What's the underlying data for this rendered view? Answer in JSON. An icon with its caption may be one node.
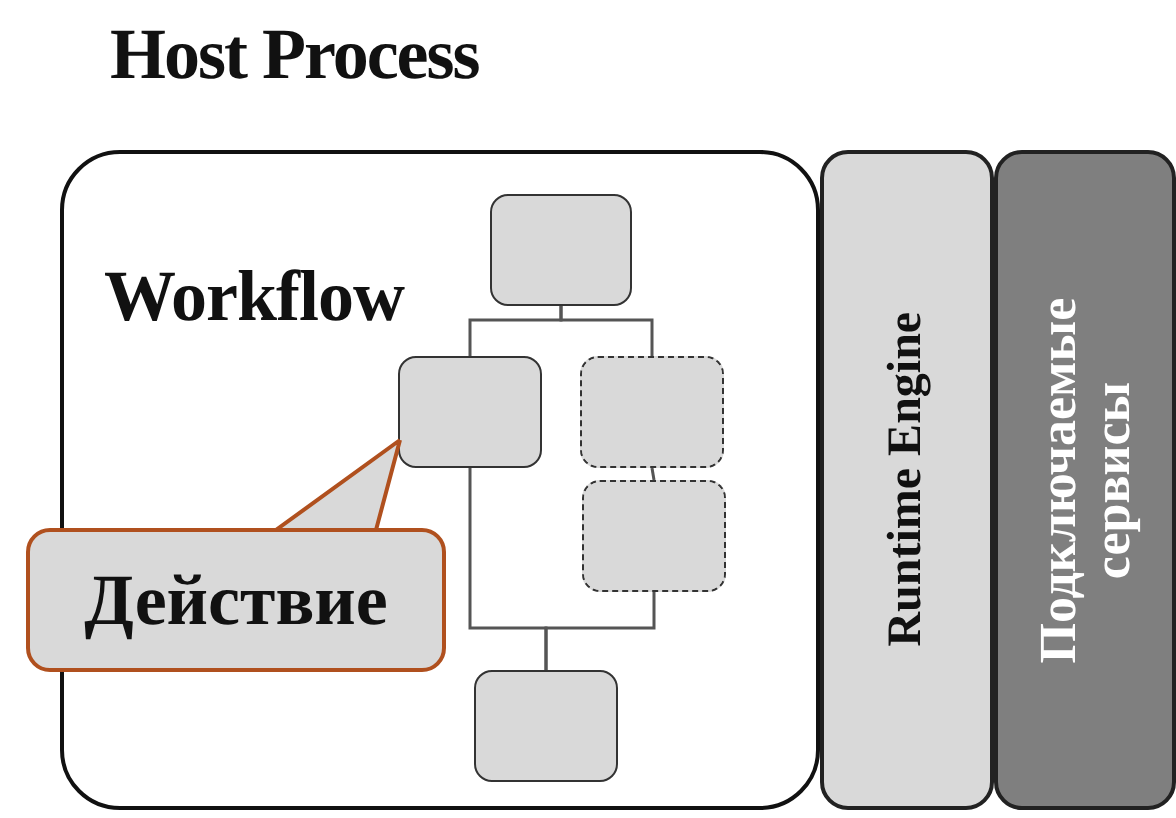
{
  "diagram": {
    "title": "Host Process",
    "nodes": [
      {
        "text": [
          "Workflow"
        ]
      },
      {
        "text": [],
        "shape": "box",
        "in": 0
      },
      {
        "text": [],
        "shape": "box",
        "in": 0
      },
      {
        "text": [],
        "shape": "box",
        "in": 0
      },
      {
        "text": [],
        "shape": "box",
        "in": 0
      },
      {
        "text": [],
        "shape": "box",
        "in": 0
      },
      {
        "text": [
          "Действие"
        ]
      },
      {
        "text": [
          "Runtime Engine"
        ]
      },
      {
        "text": [
          "Подключаемые сервисы"
        ]
      }
    ],
    "edges": [
      {
        "from": 1,
        "to": 2,
        "arrow": "none"
      },
      {
        "from": 1,
        "to": 3,
        "arrow": "none"
      },
      {
        "from": 3,
        "to": 4,
        "arrow": "none"
      },
      {
        "from": 2,
        "to": 5,
        "arrow": "none"
      },
      {
        "from": 4,
        "to": 5,
        "arrow": "none"
      },
      {
        "from": 6,
        "to": 2,
        "arrow": "none",
        "color": "#b0501e"
      }
    ]
  }
}
